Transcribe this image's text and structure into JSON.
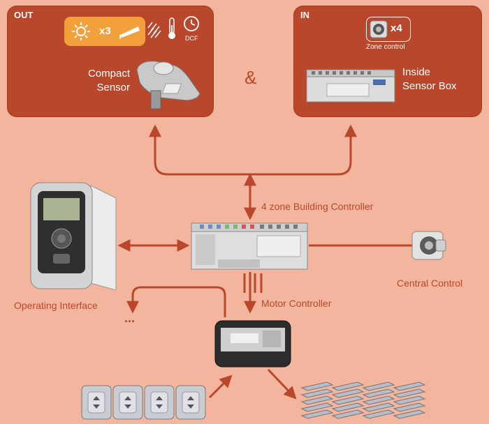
{
  "out_panel": {
    "tag": "OUT",
    "multiplier": "x3",
    "dcf_label": "DCF",
    "sensor_label_line1": "Compact",
    "sensor_label_line2": "Sensor"
  },
  "ampersand": "&",
  "in_panel": {
    "tag": "IN",
    "multiplier": "x4",
    "zone_label": "Zone control",
    "box_label_line1": "Inside",
    "box_label_line2": "Sensor Box"
  },
  "labels": {
    "building_controller": "4 zone Building Controller",
    "motor_controller": "Motor Controller",
    "operating_interface": "Operating Interface",
    "central_control": "Central Control",
    "ellipsis": "..."
  },
  "colors": {
    "background": "#f4b59e",
    "panel": "#b8472b",
    "accent": "#f2a03c",
    "wire": "#b8472b"
  },
  "icons": [
    "sun-icon",
    "wind-icon",
    "rain-icon",
    "thermometer-icon",
    "clock-icon",
    "knob-icon",
    "compact-sensor-icon",
    "inside-sensor-box-icon",
    "operating-interface-device-icon",
    "building-controller-device-icon",
    "motor-controller-device-icon",
    "central-control-knob-icon",
    "wall-switch-icon",
    "venetian-blind-icon"
  ]
}
